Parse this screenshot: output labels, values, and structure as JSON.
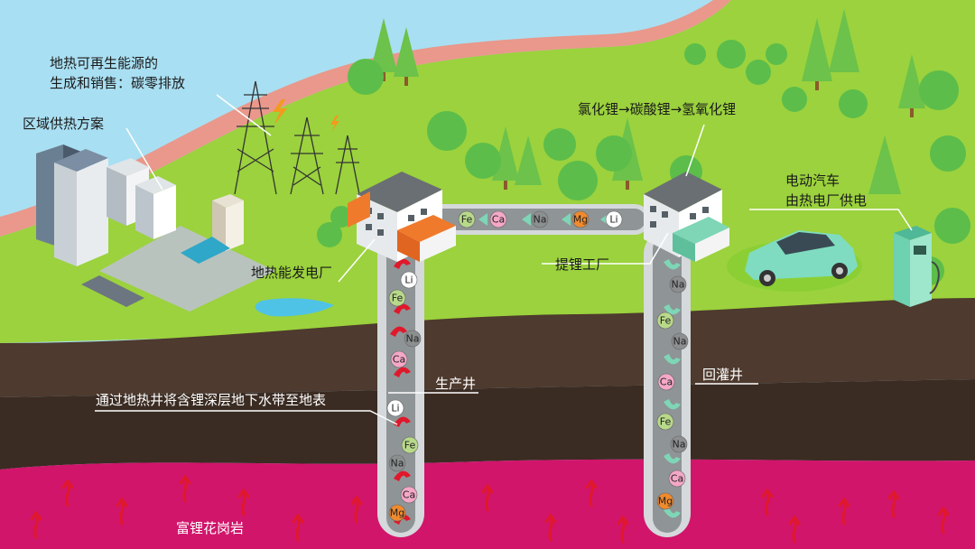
{
  "labels": {
    "renewable_sale_line1": "地热可再生能源的",
    "renewable_sale_line2": "生成和销售：碳零排放",
    "district_heating": "区域供热方案",
    "lithium_chain": "氯化锂→碳酸锂→氢氧化锂",
    "ev_line1": "电动汽车",
    "ev_line2": "由热电厂供电",
    "geothermal_plant": "地热能发电厂",
    "lithium_factory": "提锂工厂",
    "production_well": "生产井",
    "injection_well": "回灌井",
    "brine_to_surface": "通过地热井将含锂深层地下水带至地表",
    "granite": "富锂花岗岩"
  },
  "ions": {
    "pipe": [
      "Fe",
      "Ca",
      "Na",
      "Mg",
      "Li"
    ],
    "production_well": [
      "Li",
      "Fe",
      "Na",
      "Ca",
      "Li",
      "Fe",
      "Na",
      "Ca",
      "Mg"
    ],
    "injection_well": [
      "Na",
      "Fe",
      "Na",
      "Ca",
      "Fe",
      "Na",
      "Ca",
      "Mg"
    ]
  },
  "colors": {
    "sky": "#a9dff2",
    "grass": "#9bd23d",
    "topsoil": "#4e3a2e",
    "deep_rock": "#3b2c23",
    "granite": "#d1156b",
    "well_casing": "#d5d9db",
    "hot_arrow": "#e0182b",
    "cool_arrow": "#7ed6b6",
    "ion_Fe": "#b8d98a",
    "ion_Ca": "#f4a8c5",
    "ion_Na": "#8c8f90",
    "ion_Mg": "#f08a2e",
    "ion_Li": "#ffffff"
  },
  "icons": [
    "sun-icon",
    "lightning-icon",
    "power-pylon-icon",
    "tree-icon",
    "building-icon",
    "factory-icon",
    "car-icon",
    "charging-station-icon"
  ]
}
